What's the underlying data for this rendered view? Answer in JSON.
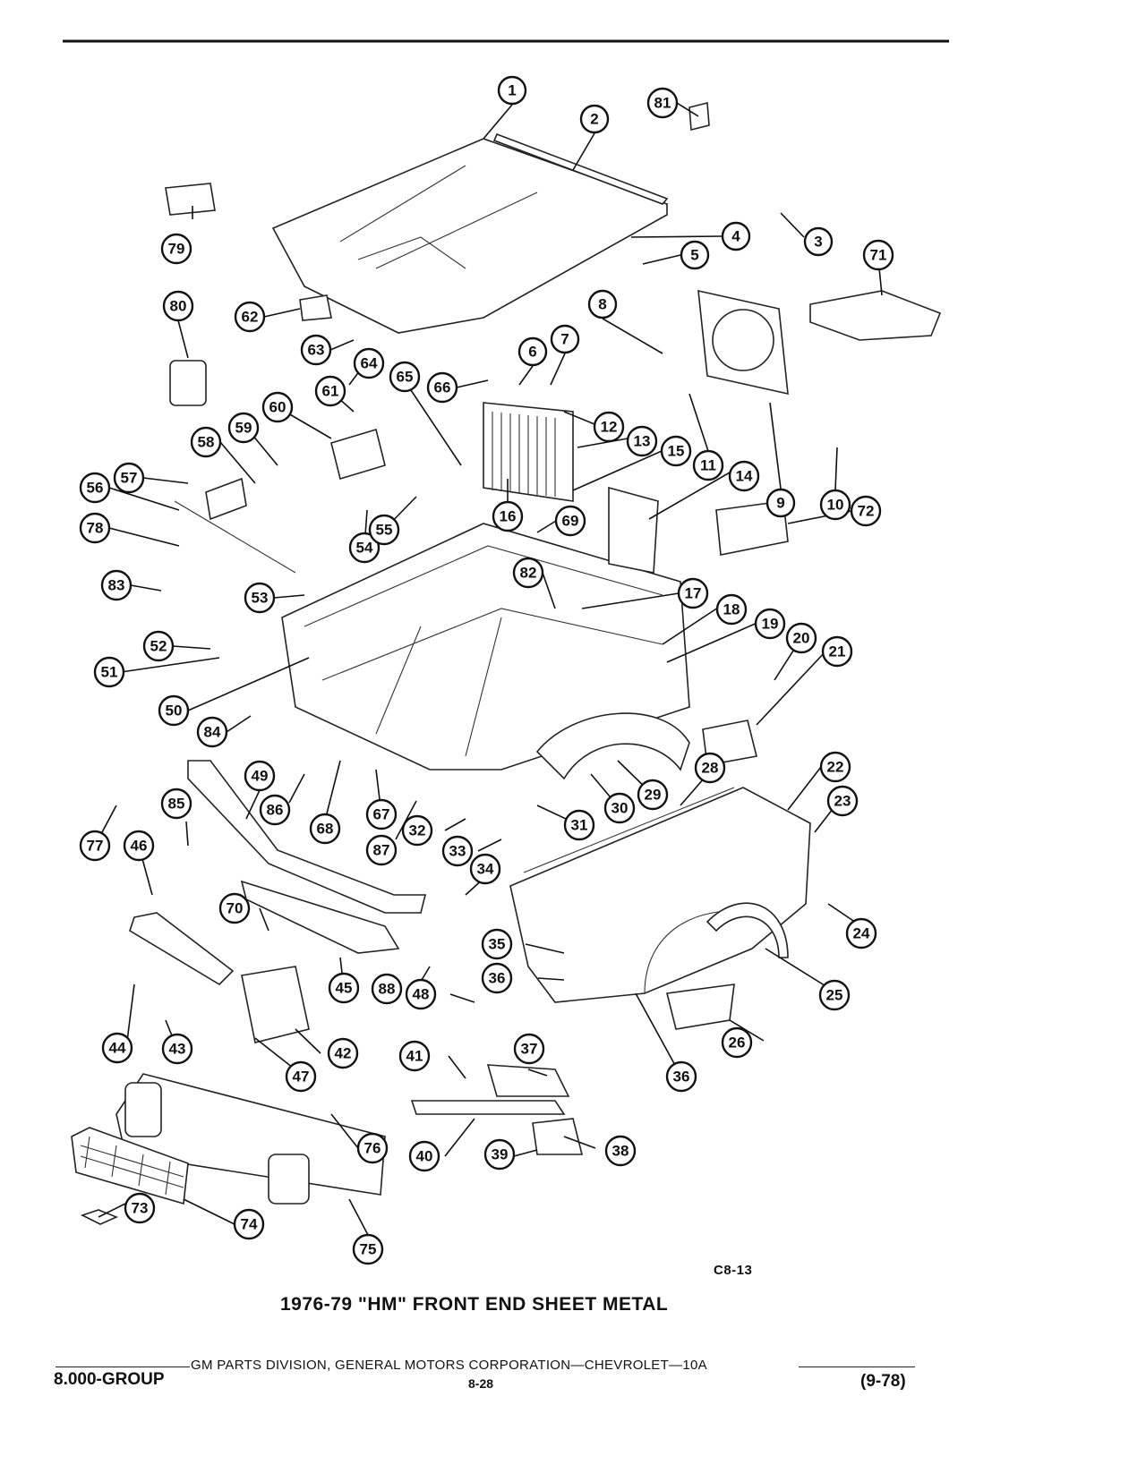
{
  "figure": {
    "code": "C8-13",
    "title": "1976-79 \"HM\" FRONT END SHEET METAL"
  },
  "footer": {
    "publisher": "GM PARTS DIVISION, GENERAL MOTORS CORPORATION—CHEVROLET—10A",
    "group": "8.000-GROUP",
    "page": "8-28",
    "date": "(9-78)"
  },
  "callouts": [
    "1",
    "2",
    "3",
    "4",
    "5",
    "6",
    "7",
    "8",
    "9",
    "10",
    "11",
    "12",
    "13",
    "14",
    "15",
    "16",
    "17",
    "18",
    "19",
    "20",
    "21",
    "22",
    "23",
    "24",
    "25",
    "26",
    "28",
    "29",
    "30",
    "31",
    "32",
    "33",
    "34",
    "35",
    "36",
    "36",
    "37",
    "38",
    "39",
    "40",
    "41",
    "42",
    "43",
    "44",
    "45",
    "46",
    "47",
    "48",
    "49",
    "50",
    "51",
    "52",
    "53",
    "54",
    "55",
    "56",
    "57",
    "58",
    "59",
    "60",
    "61",
    "62",
    "63",
    "64",
    "65",
    "66",
    "67",
    "68",
    "69",
    "70",
    "71",
    "72",
    "73",
    "74",
    "75",
    "76",
    "77",
    "78",
    "79",
    "80",
    "81",
    "82",
    "83",
    "84",
    "85",
    "86",
    "87",
    "88"
  ]
}
